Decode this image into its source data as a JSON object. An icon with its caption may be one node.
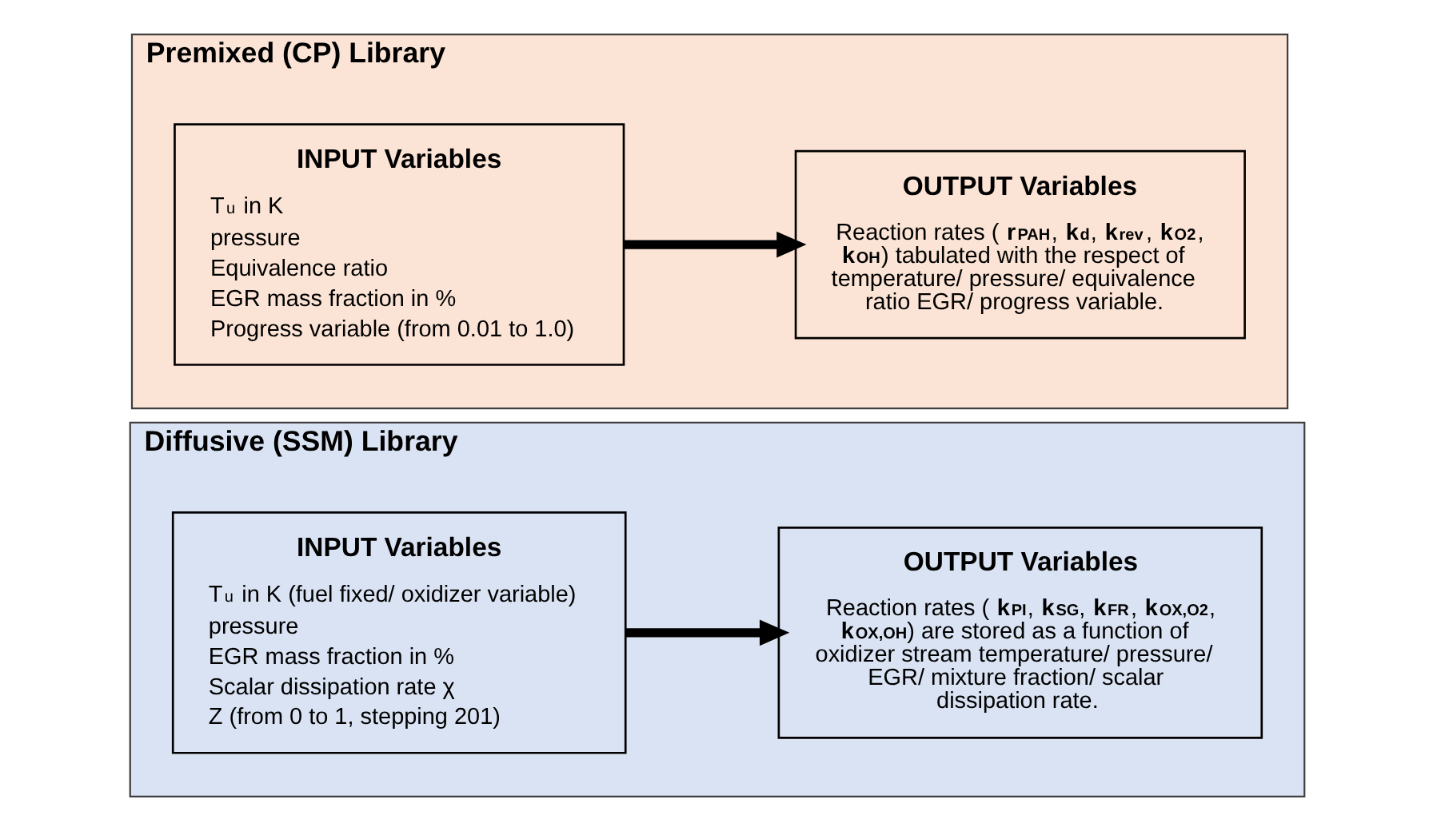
{
  "diagram": {
    "nodes": [
      {
        "text": [
          "Premixed (CP) Library"
        ]
      },
      {
        "text": [
          "INPUT Variables",
          "T$_{u}$ in K",
          "pressure",
          "Equivalence ratio",
          "EGR mass fraction in %",
          "Progress variable (from 0.01 to 1.0)"
        ],
        "in": 0
      },
      {
        "text": [
          "OUTPUT Variables",
          "Reaction rates (**r$_{PAH}$**, **k$_{d}$**, **k$_{rev}$**, **k$_{O2}$**, **k$_{OH}$**) tabulated with the respect of temperature/ pressure/ equivalence ratio EGR/ progress variable."
        ],
        "in": 0
      },
      {
        "text": [
          "Diffusive (SSM) Library"
        ]
      },
      {
        "text": [
          "INPUT Variables",
          "T$_{u}$ in K (fuel fixed/ oxidizer variable)",
          "pressure",
          "EGR mass fraction in %",
          "Scalar dissipation rate χ",
          "Z (from 0 to 1, stepping 201)"
        ],
        "in": 3
      },
      {
        "text": [
          "OUTPUT Variables",
          "Reaction rates (**k$_{PI}$**, **k$_{SG}$**, **k$_{FR}$**, **k$_{OX,O2}$**, **k$_{OX,OH}$**) are stored as a function of oxidizer stream temperature/ pressure/ EGR/ mixture fraction/ scalar dissipation rate."
        ],
        "in": 3
      }
    ],
    "edges": [
      {
        "from": 1,
        "to": 2,
        "arrow": "to"
      },
      {
        "from": 4,
        "to": 5,
        "arrow": "to"
      }
    ]
  }
}
